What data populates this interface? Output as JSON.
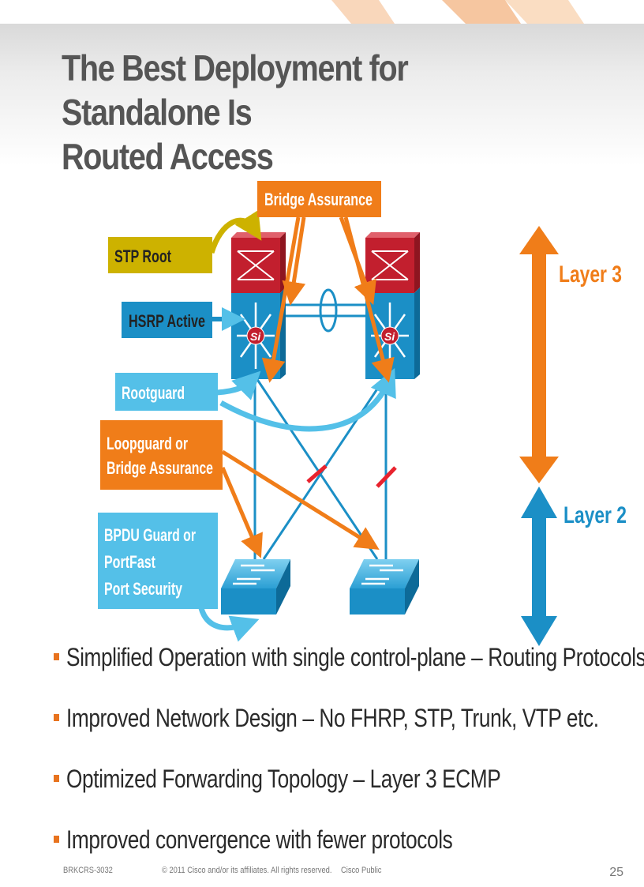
{
  "slide": {
    "title_line1": "The Best Deployment for Standalone Is",
    "title_line2": "Routed Access"
  },
  "labels": {
    "bridge_assurance_top": "Bridge Assurance",
    "stp_root": "STP Root",
    "hsrp_active": "HSRP Active",
    "rootguard": "Rootguard",
    "loopguard_line1": "Loopguard or",
    "loopguard_line2": "Bridge Assurance",
    "bpdu_line1": "BPDU Guard or",
    "bpdu_line2": "PortFast",
    "bpdu_line3": "Port Security",
    "layer3": "Layer 3",
    "layer2": "Layer 2",
    "si_left": "Si",
    "si_right": "Si"
  },
  "bullets": [
    "Simplified Operation with single control-plane – Routing Protocols",
    "Improved Network Design – No FHRP, STP, Trunk, VTP etc.",
    "Optimized Forwarding Topology – Layer 3 ECMP",
    "Improved convergence with fewer protocols"
  ],
  "footer": {
    "code": "BRKCRS-3032",
    "copyright": "© 2011 Cisco and/or its affiliates. All rights reserved.",
    "classification": "Cisco Public",
    "page": "25"
  },
  "colors": {
    "orange": "#f07d19",
    "blue": "#1b8fc6",
    "light_blue": "#54c0e8",
    "olive": "#cdb200",
    "red_top": "#c21f2e",
    "title_gray": "#555555"
  }
}
